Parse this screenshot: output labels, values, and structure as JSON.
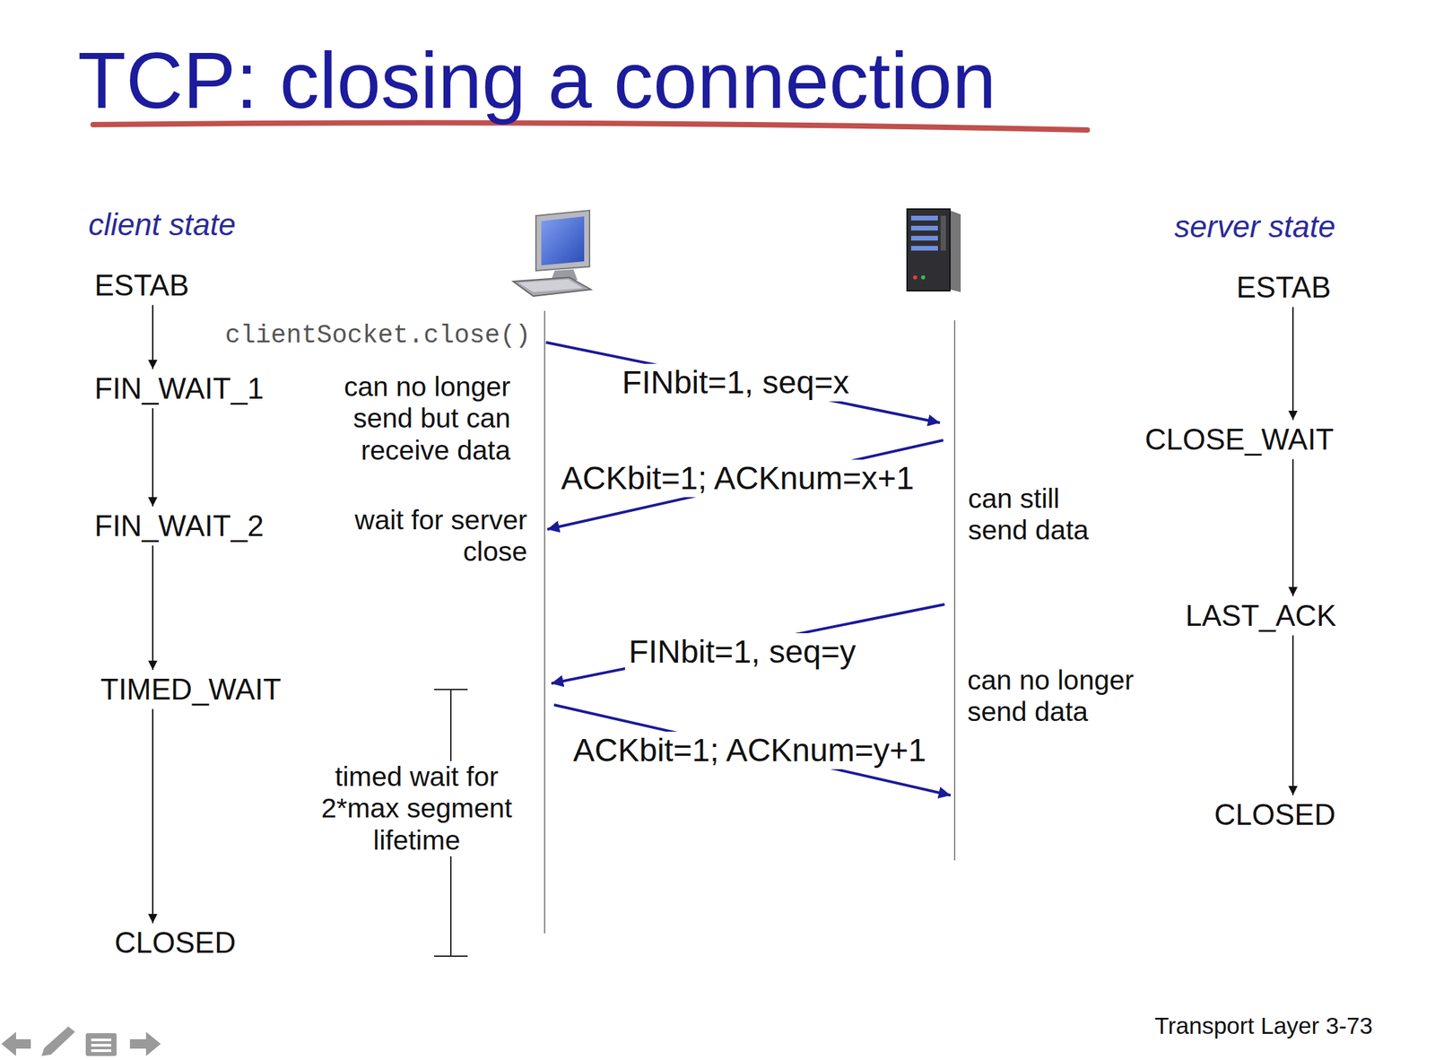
{
  "diagram": {
    "title": "TCP: closing a connection",
    "nodes": [
      {
        "text": [
          "ESTAB"
        ]
      },
      {
        "text": [
          "FIN_WAIT_1"
        ]
      },
      {
        "text": [
          "FIN_WAIT_2"
        ]
      },
      {
        "text": [
          "TIMED_WAIT"
        ]
      },
      {
        "text": [
          "CLOSED"
        ]
      },
      {
        "text": [
          "ESTAB"
        ]
      },
      {
        "text": [
          "CLOSE_WAIT"
        ]
      },
      {
        "text": [
          "LAST_ACK"
        ]
      },
      {
        "text": [
          "CLOSED"
        ]
      }
    ],
    "edges": [
      {
        "from": 0,
        "to": 1,
        "arrow": "to"
      },
      {
        "from": 1,
        "to": 2,
        "arrow": "to"
      },
      {
        "from": 2,
        "to": 3,
        "arrow": "to"
      },
      {
        "from": 3,
        "to": 4,
        "arrow": "to"
      },
      {
        "from": 5,
        "to": 6,
        "arrow": "to"
      },
      {
        "from": 6,
        "to": 7,
        "arrow": "to"
      },
      {
        "from": 7,
        "to": 8,
        "arrow": "to"
      }
    ],
    "labels": [
      "client state",
      "server state",
      "clientSocket.close()",
      "FINbit=1, seq=x",
      "can no longer send but can receive data",
      "ACKbit=1; ACKnum=x+1",
      "wait for server close",
      "can still send data",
      "FINbit=1, seq=y",
      "can no longer send data",
      "ACKbit=1; ACKnum=y+1",
      "timed wait for 2*max segment lifetime",
      "Transport Layer 3-73"
    ]
  }
}
